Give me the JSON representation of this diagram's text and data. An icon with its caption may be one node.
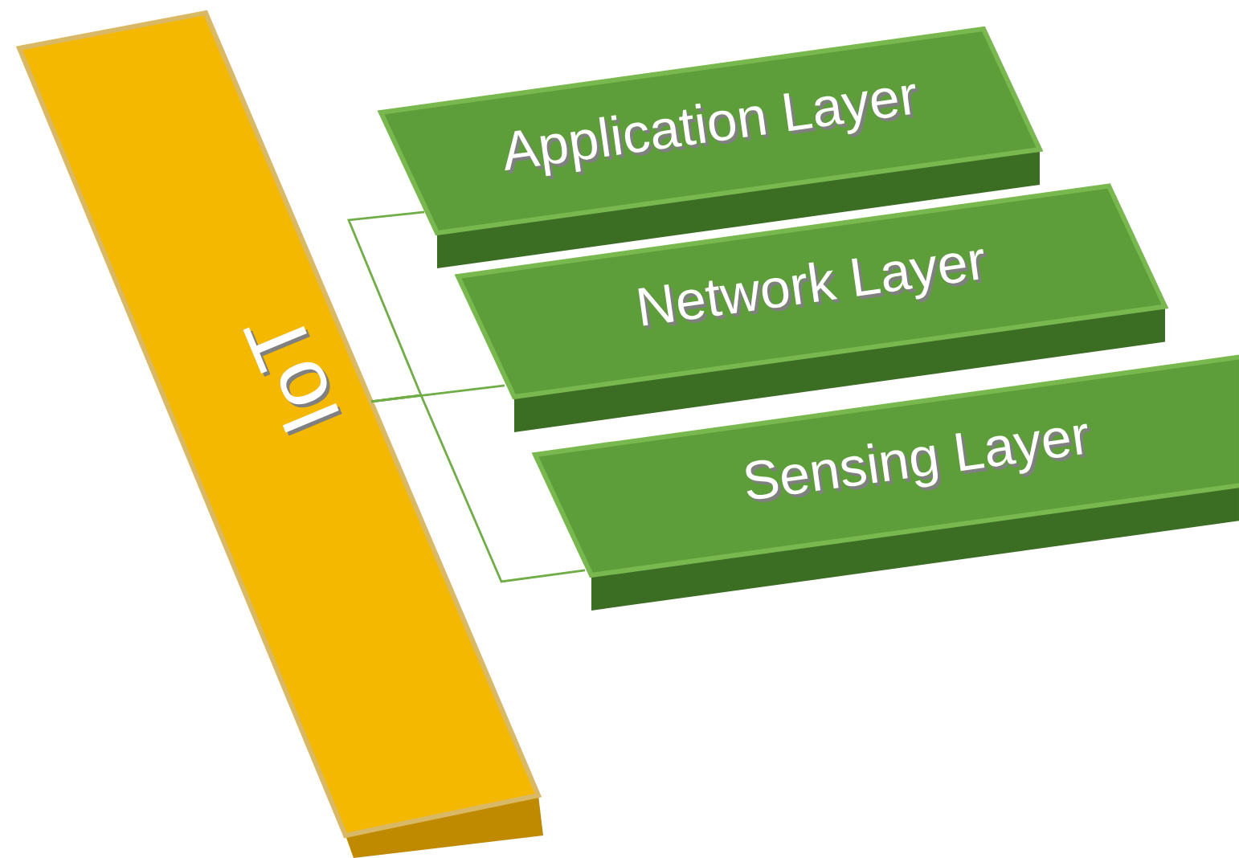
{
  "diagram": {
    "nodes": [
      {
        "text": [
          "IoT"
        ]
      },
      {
        "text": [
          "Application Layer"
        ]
      },
      {
        "text": [
          "Network Layer"
        ]
      },
      {
        "text": [
          "Sensing Layer"
        ]
      }
    ],
    "edges": [
      {
        "from": 0,
        "to": 1,
        "arrow": "none"
      },
      {
        "from": 0,
        "to": 2,
        "arrow": "none"
      },
      {
        "from": 0,
        "to": 3,
        "arrow": "none"
      }
    ]
  }
}
